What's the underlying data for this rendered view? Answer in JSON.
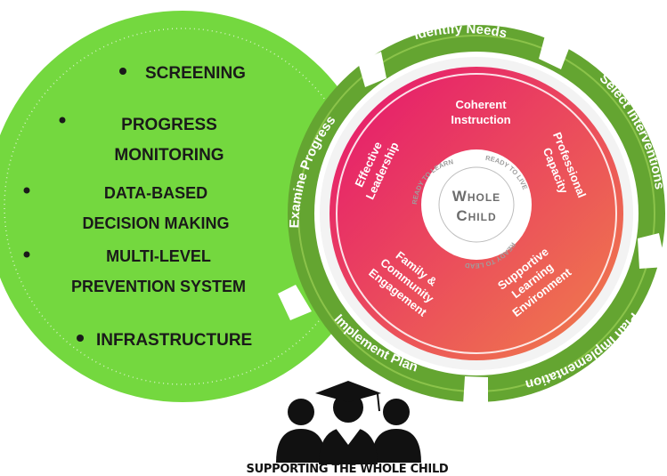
{
  "left_panel": {
    "items": [
      {
        "text": "SCREENING"
      },
      {
        "text": "PROGRESS",
        "text2": "MONITORING"
      },
      {
        "text": "DATA-BASED",
        "text2": "DECISION MAKING"
      },
      {
        "text": "MULTI-LEVEL",
        "text2": "PREVENTION SYSTEM"
      },
      {
        "text": "INFRASTRUCTURE"
      }
    ],
    "color": "#74d83f"
  },
  "cycle": {
    "steps": [
      {
        "label": "Identify Needs"
      },
      {
        "label": "Select Interventions"
      },
      {
        "label": "Plan Implementation"
      },
      {
        "label": "Implement Plan"
      },
      {
        "label": "Examine Progress"
      }
    ],
    "color": "#64a531"
  },
  "core": {
    "segments": [
      {
        "line1": "Coherent",
        "line2": "Instruction"
      },
      {
        "line1": "Professional",
        "line2": "Capacity"
      },
      {
        "line1": "Supportive",
        "line2": "Learning",
        "line3": "Environment"
      },
      {
        "line1": "Family &",
        "line2": "Community",
        "line3": "Engagement"
      },
      {
        "line1": "Effective",
        "line2": "Leadership"
      }
    ],
    "center": {
      "line1": "Whole",
      "line2": "Child"
    },
    "ring_labels": [
      "READY TO LEARN",
      "READY TO LIVE",
      "READY TO LEAD"
    ],
    "gradient": [
      "#e5146f",
      "#f0804a"
    ]
  },
  "footer": {
    "caption": "SUPPORTING THE WHOLE CHILD",
    "icon": "students-graduate-icon"
  }
}
